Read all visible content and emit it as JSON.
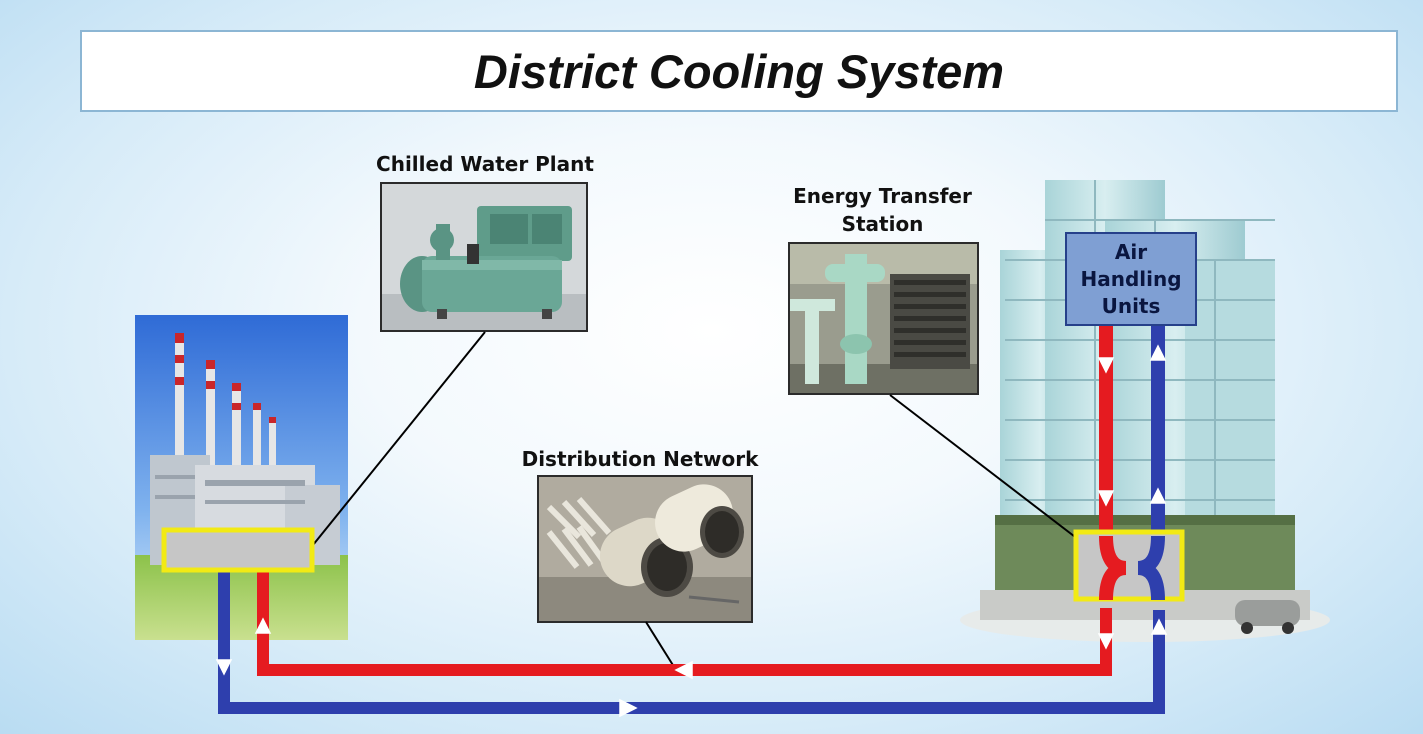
{
  "title": "District Cooling System",
  "labels": {
    "chilled_water_plant": "Chilled Water Plant",
    "energy_transfer_station_line1": "Energy Transfer",
    "energy_transfer_station_line2": "Station",
    "distribution_network": "Distribution Network",
    "ahu_line1": "Air",
    "ahu_line2": "Handling",
    "ahu_line3": "Units"
  },
  "colors": {
    "supply_pipe": "#2e3fad",
    "return_pipe": "#e51b20",
    "highlight_box": "#f2ea14",
    "ahu_fill": "#7f9fd3"
  }
}
